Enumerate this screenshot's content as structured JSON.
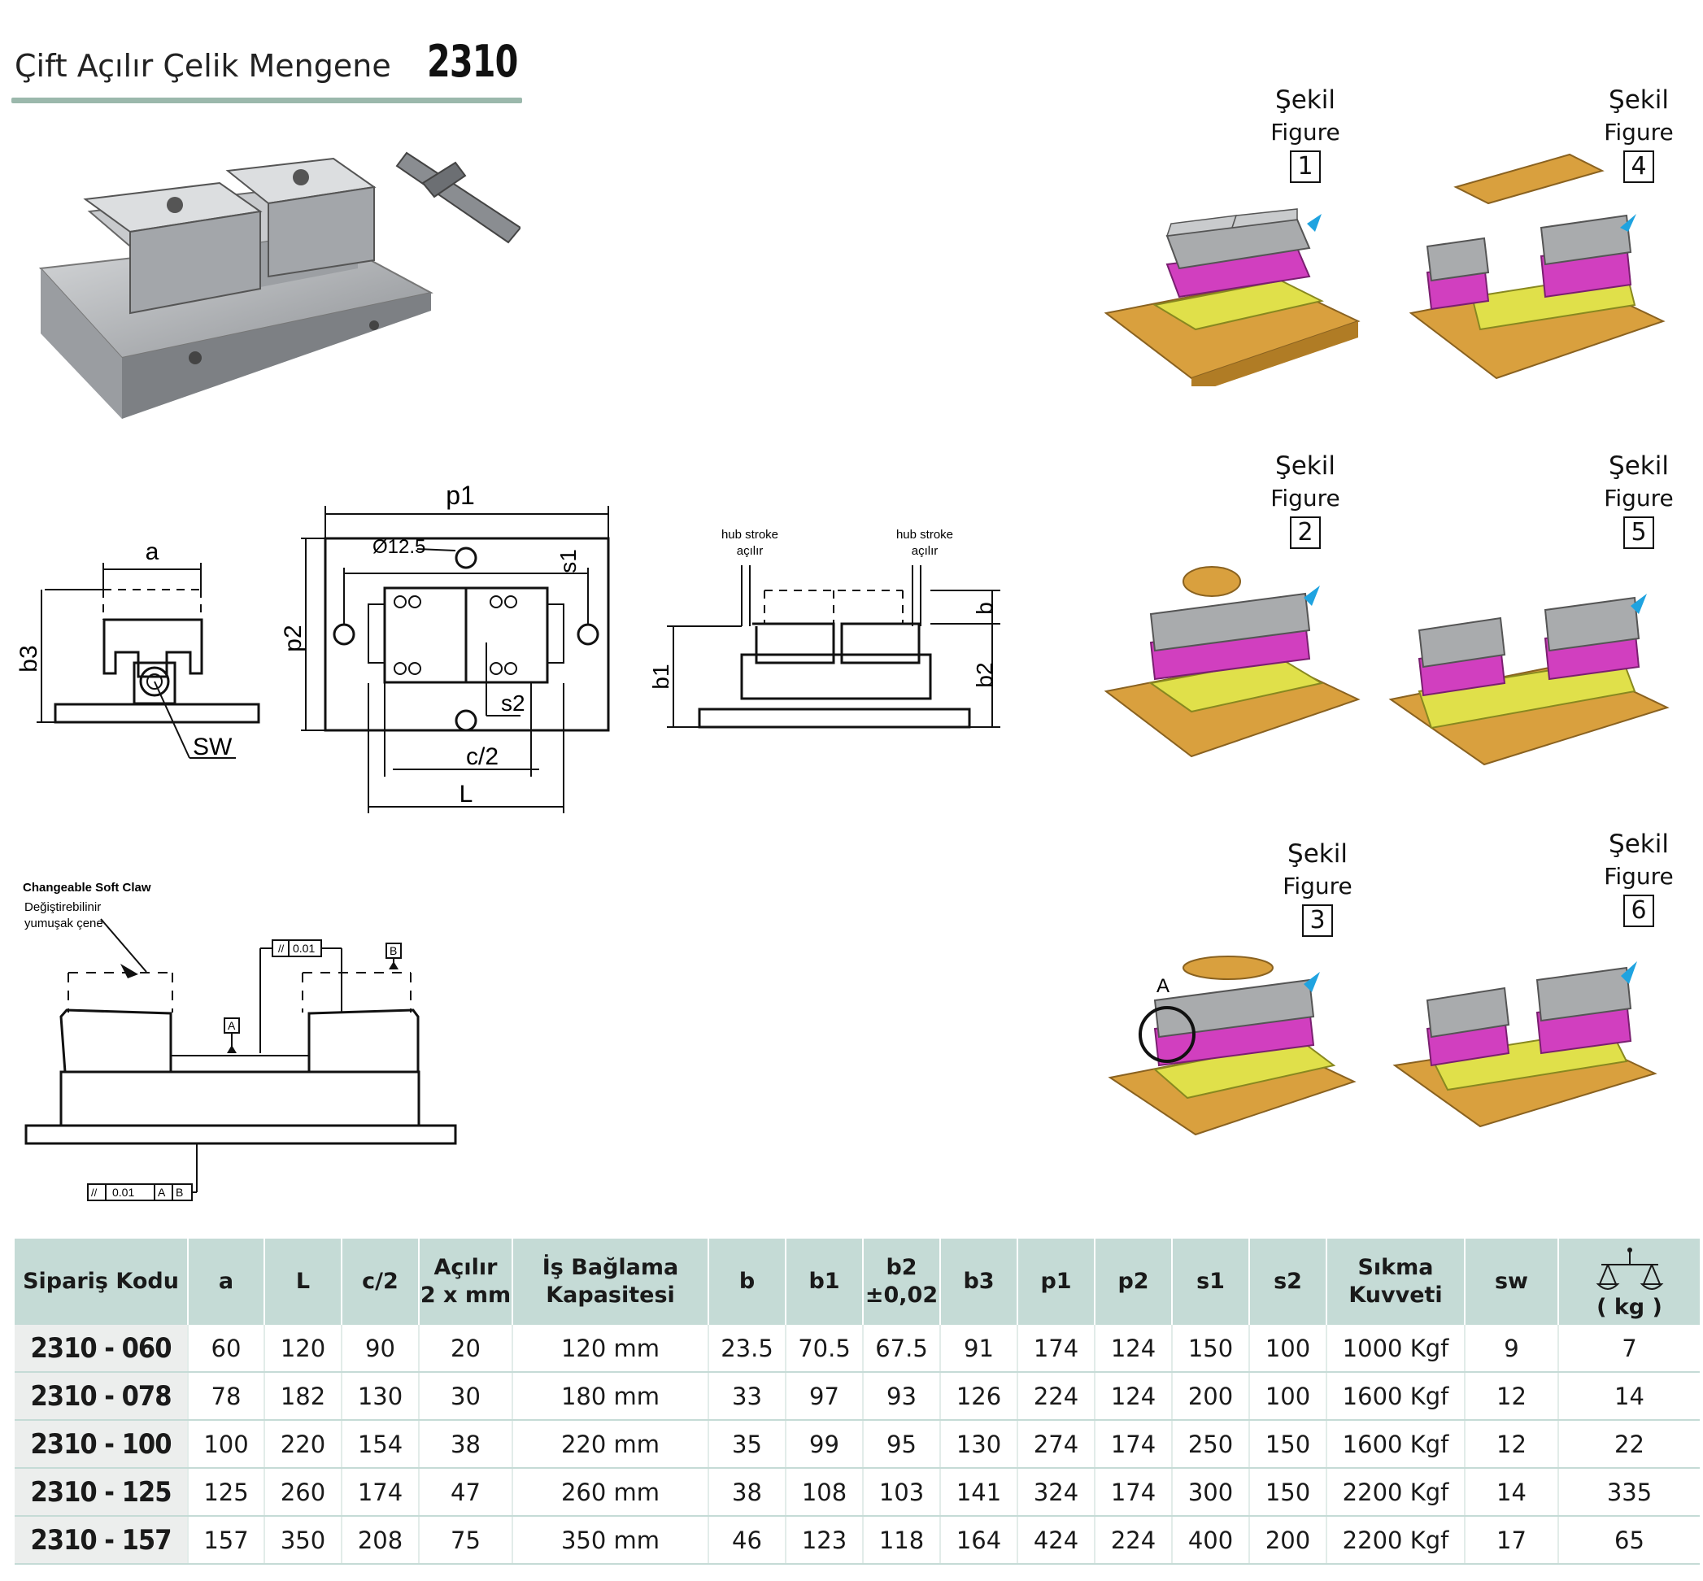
{
  "title": {
    "text": "Çift Açılır Çelik Mengene",
    "code": "2310"
  },
  "figures": [
    {
      "l1": "Şekil",
      "l2": "Figure",
      "num": "1"
    },
    {
      "l1": "Şekil",
      "l2": "Figure",
      "num": "4"
    },
    {
      "l1": "Şekil",
      "l2": "Figure",
      "num": "2"
    },
    {
      "l1": "Şekil",
      "l2": "Figure",
      "num": "5"
    },
    {
      "l1": "Şekil",
      "l2": "Figure",
      "num": "3"
    },
    {
      "l1": "Şekil",
      "l2": "Figure",
      "num": "6"
    }
  ],
  "drawing_labels": {
    "a": "a",
    "b3": "b3",
    "sw": "SW",
    "p1": "p1",
    "p2": "p2",
    "hole": "Ø12.5",
    "s1": "s1",
    "s2": "s2",
    "c2": "c/2",
    "L": "L",
    "hub1": "hub stroke",
    "hub1b": "açılır",
    "hub2": "hub stroke",
    "hub2b": "açılır",
    "b": "b",
    "b1": "b1",
    "b2": "b2",
    "claw_en": "Changeable Soft Claw",
    "claw_tr1": "Değiştirebilinir",
    "claw_tr2": "yumuşak çene",
    "tol1": "0.01",
    "datum_a": "A",
    "datum_b": "B",
    "tol2": "0.01",
    "tol2_a": "A",
    "tol2_b": "B",
    "detail_a": "A"
  },
  "table": {
    "headers": [
      "Sipariş Kodu",
      "a",
      "L",
      "c/2",
      "Açılır|2 x mm",
      "İş Bağlama|Kapasitesi",
      "b",
      "b1",
      "b2|±0,02",
      "b3",
      "p1",
      "p2",
      "s1",
      "s2",
      "Sıkma|Kuvveti",
      "sw",
      "( kg )"
    ],
    "rows": [
      [
        "2310 - 060",
        "60",
        "120",
        "90",
        "20",
        "120 mm",
        "23.5",
        "70.5",
        "67.5",
        "91",
        "174",
        "124",
        "150",
        "100",
        "1000 Kgf",
        "9",
        "7"
      ],
      [
        "2310 - 078",
        "78",
        "182",
        "130",
        "30",
        "180 mm",
        "33",
        "97",
        "93",
        "126",
        "224",
        "124",
        "200",
        "100",
        "1600 Kgf",
        "12",
        "14"
      ],
      [
        "2310 - 100",
        "100",
        "220",
        "154",
        "38",
        "220 mm",
        "35",
        "99",
        "95",
        "130",
        "274",
        "174",
        "250",
        "150",
        "1600 Kgf",
        "12",
        "22"
      ],
      [
        "2310 - 125",
        "125",
        "260",
        "174",
        "47",
        "260 mm",
        "38",
        "108",
        "103",
        "141",
        "324",
        "174",
        "300",
        "150",
        "2200 Kgf",
        "14",
        "335"
      ],
      [
        "2310 - 157",
        "157",
        "350",
        "208",
        "75",
        "350 mm",
        "46",
        "123",
        "118",
        "164",
        "424",
        "224",
        "400",
        "200",
        "2200 Kgf",
        "17",
        "65"
      ]
    ]
  },
  "colors": {
    "accent": "#9bb8ac",
    "table_header": "#c5dbd6",
    "base": "#d9a03e",
    "body": "#e0e04a",
    "jaw": "#d13fbf",
    "steel": "#a9abad",
    "marker": "#1fa3e0"
  }
}
